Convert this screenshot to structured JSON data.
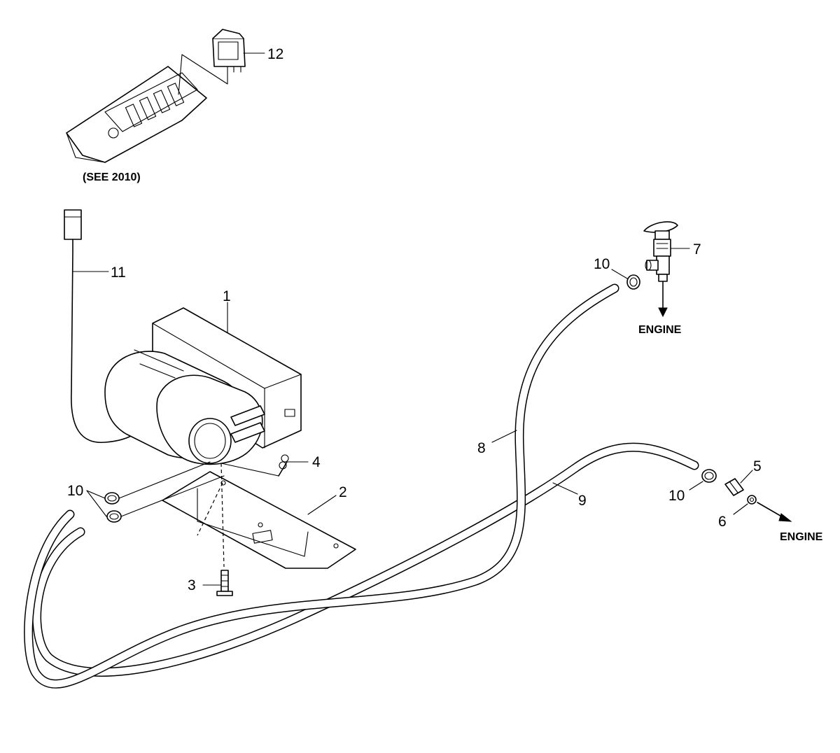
{
  "diagram": {
    "callouts": {
      "heater": "1",
      "plate": "2",
      "bolt": "3",
      "screw": "4",
      "fitting": "5",
      "washer": "6",
      "valve": "7",
      "hose_short": "8",
      "hose_long": "9",
      "clamp": "10",
      "harness": "11",
      "switch": "12"
    },
    "notes": {
      "see_ref": "(SEE 2010)",
      "engine": "ENGINE"
    }
  }
}
